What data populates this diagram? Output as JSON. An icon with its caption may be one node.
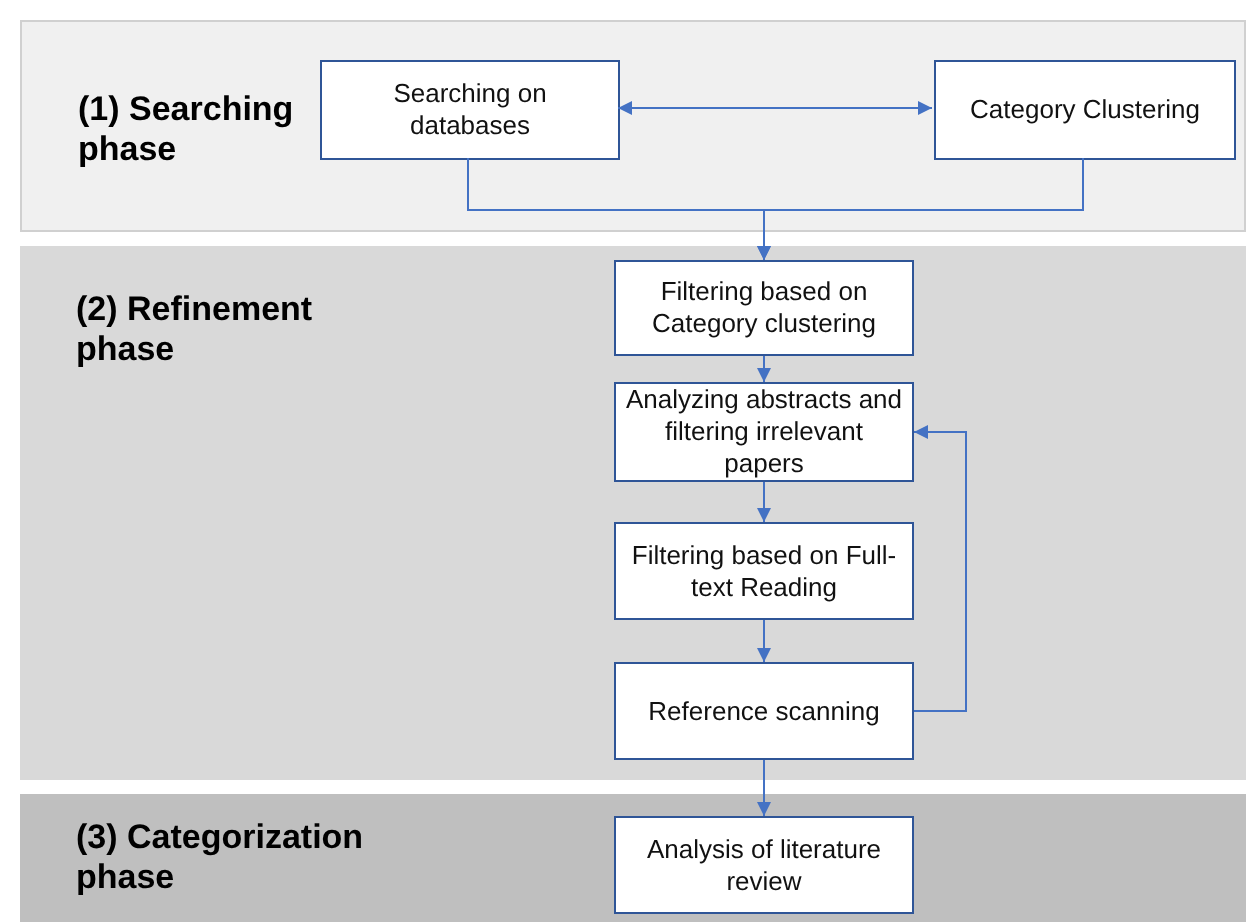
{
  "diagram": {
    "nodes": [
      {
        "text": [
          "(1) Searching phase"
        ]
      },
      {
        "text": [
          "Searching on databases"
        ],
        "in": 0
      },
      {
        "text": [
          "Category Clustering"
        ],
        "in": 0
      },
      {
        "text": [
          "(2) Refinement phase"
        ]
      },
      {
        "text": [
          "Filtering based on Category clustering"
        ],
        "in": 3
      },
      {
        "text": [
          "Analyzing abstracts and filtering irrelevant papers"
        ],
        "in": 3
      },
      {
        "text": [
          "Filtering based on Full-text Reading"
        ],
        "in": 3
      },
      {
        "text": [
          "Reference scanning"
        ],
        "in": 3
      },
      {
        "text": [
          "(3) Categorization phase"
        ]
      },
      {
        "text": [
          "Analysis of literature review"
        ],
        "in": 8
      }
    ],
    "edges": [
      {
        "from": 1,
        "to": 2,
        "arrow": "both"
      },
      {
        "from": 1,
        "to": 4,
        "arrow": "to"
      },
      {
        "from": 2,
        "to": 4,
        "arrow": "to"
      },
      {
        "from": 4,
        "to": 5,
        "arrow": "to"
      },
      {
        "from": 5,
        "to": 6,
        "arrow": "to"
      },
      {
        "from": 6,
        "to": 7,
        "arrow": "to"
      },
      {
        "from": 7,
        "to": 5,
        "arrow": "to"
      },
      {
        "from": 7,
        "to": 9,
        "arrow": "to"
      }
    ]
  }
}
